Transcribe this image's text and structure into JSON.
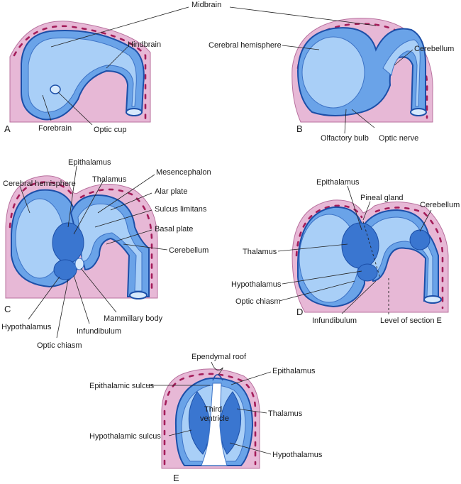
{
  "colors": {
    "neural_tube": "#6aa3e8",
    "ventricle": "#a9cff7",
    "mesenchyme": "#e7b8d6",
    "cells": "#a41d5a"
  },
  "panels": {
    "A": "A",
    "B": "B",
    "C": "C",
    "D": "D",
    "E": "E"
  },
  "labels": {
    "midbrain": "Midbrain",
    "hindbrain": "Hindbrain",
    "forebrain": "Forebrain",
    "optic_cup": "Optic cup",
    "cerebral_hemisphere_b": "Cerebral hemisphere",
    "cerebellum_b": "Cerebellum",
    "olfactory_bulb": "Olfactory bulb",
    "optic_nerve": "Optic nerve",
    "epithalamus_c": "Epithalamus",
    "thalamus_c": "Thalamus",
    "mesencephalon": "Mesencephalon",
    "cerebral_hemisphere_c": "Cerebral hemisphere",
    "alar_plate": "Alar plate",
    "sulcus_limitans": "Sulcus limitans",
    "basal_plate": "Basal plate",
    "cerebellum_c": "Cerebellum",
    "hypothalamus_c": "Hypothalamus",
    "mammillary_body": "Mammillary body",
    "infundibulum_c": "Infundibulum",
    "optic_chiasm_c": "Optic chiasm",
    "pineal_gland": "Pineal gland",
    "epithalamus_d": "Epithalamus",
    "cerebellum_d": "Cerebellum",
    "thalamus_d": "Thalamus",
    "hypothalamus_d": "Hypothalamus",
    "optic_chiasm_d": "Optic chiasm",
    "infundibulum_d": "Infundibulum",
    "level_of_section": "Level of section E",
    "ependymal_roof": "Ependymal roof",
    "epithalamic_sulcus": "Epithalamic sulcus",
    "epithalamus_e": "Epithalamus",
    "third_ventricle_1": "Third",
    "third_ventricle_2": "ventricle",
    "thalamus_e": "Thalamus",
    "hypothalamic_sulcus": "Hypothalamic sulcus",
    "hypothalamus_e": "Hypothalamus"
  }
}
